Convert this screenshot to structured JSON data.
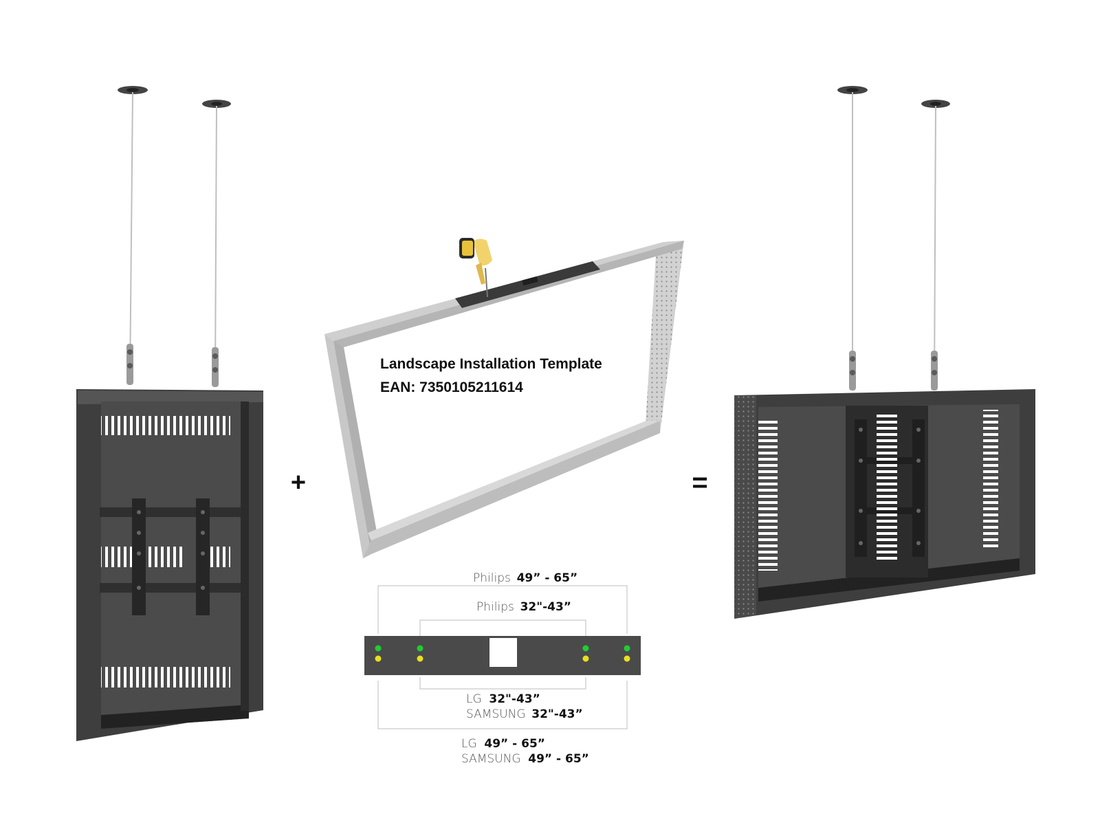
{
  "template": {
    "title": "Landscape Installation Template",
    "ean": "EAN: 7350105211614"
  },
  "operators": {
    "plus": "+",
    "equals": "="
  },
  "labels": {
    "philips_large_brand": "Philips",
    "philips_large_size": "49” - 65”",
    "philips_small_brand": "Philips",
    "philips_small_size": "32\"-43”",
    "lg_small_brand": "LG",
    "lg_small_size": "32\"-43”",
    "samsung_small_brand": "SAMSUNG",
    "samsung_small_size": "32\"-43”",
    "lg_large_brand": "LG",
    "lg_large_size": "49” - 65”",
    "samsung_large_brand": "SAMSUNG",
    "samsung_large_size": "49” - 65”"
  },
  "colors": {
    "enclosure": "#4a4a4a",
    "enclosure_dark": "#2e2e2e",
    "frame": "#c4c4c4",
    "dot_green": "#22cc33",
    "dot_yellow": "#e8e020"
  },
  "icons": [
    "ceiling-mount-icon",
    "drill-icon"
  ]
}
